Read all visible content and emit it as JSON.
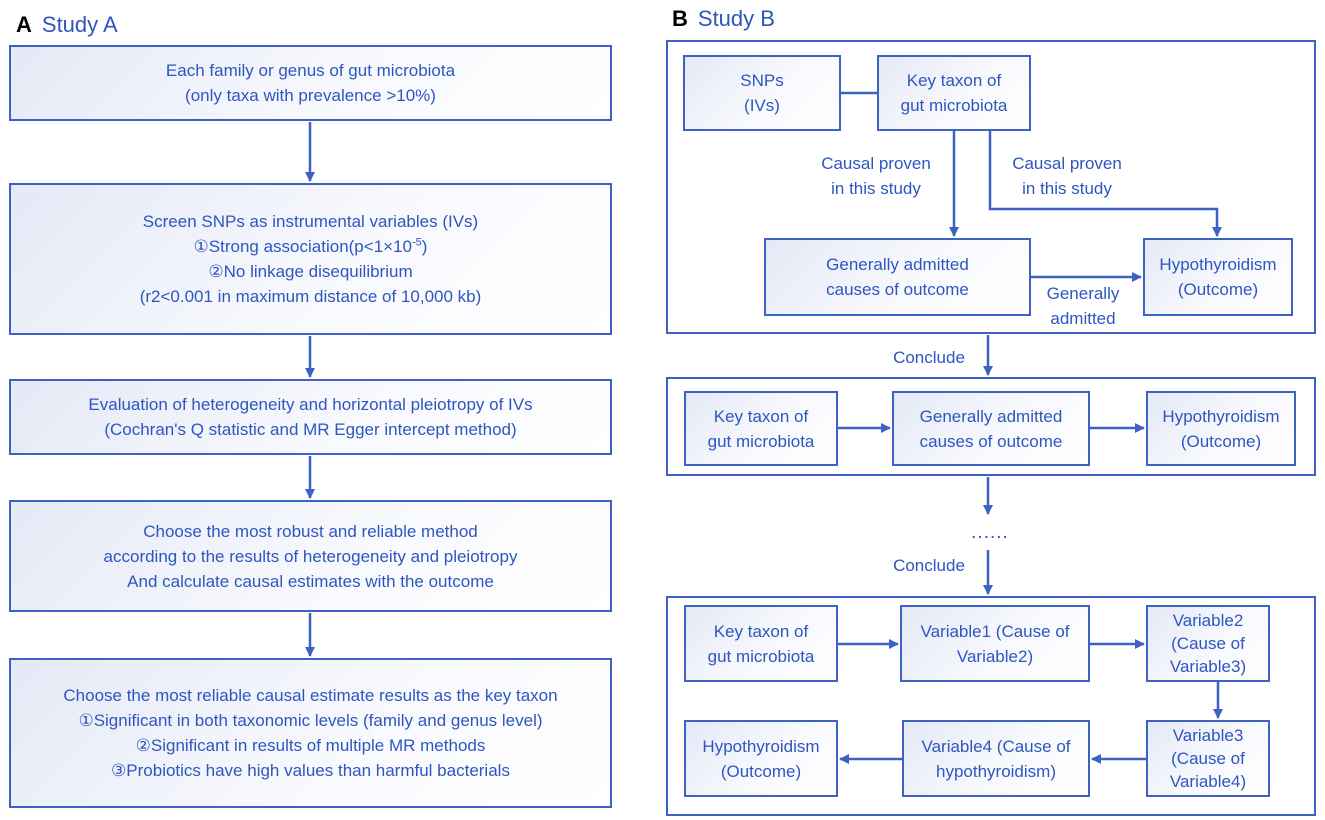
{
  "colors": {
    "accent": "#3d62c4",
    "text": "#2e56c0"
  },
  "studyA": {
    "letter": "A",
    "title": "Study A",
    "steps": [
      {
        "lines": [
          "Each family or genus of gut microbiota",
          "(only taxa with prevalence >10%)"
        ]
      },
      {
        "lines": [
          "Screen SNPs as instrumental variables (IVs)",
          "①Strong association(p<1×10",
          "②No linkage disequilibrium",
          "(r2<0.001 in maximum distance of 10,000 kb)"
        ],
        "superscript": "-5",
        "superscript_close": ")"
      },
      {
        "lines": [
          "Evaluation of heterogeneity and horizontal pleiotropy of IVs",
          "(Cochran's Q statistic and MR Egger intercept method)"
        ]
      },
      {
        "lines": [
          "Choose the most robust and reliable method",
          "according to the results of heterogeneity and pleiotropy",
          "And calculate causal estimates with the outcome"
        ]
      },
      {
        "lines": [
          "Choose the most reliable causal estimate results as the key taxon",
          "①Significant in both taxonomic levels (family and genus level)",
          "②Significant in results of multiple MR methods",
          "③Probiotics have high values than harmful bacterials"
        ]
      }
    ]
  },
  "studyB": {
    "letter": "B",
    "title": "Study B",
    "top": {
      "snps": [
        "SNPs",
        "(IVs)"
      ],
      "key_taxon": [
        "Key taxon of",
        "gut microbiota"
      ],
      "causal_left": [
        "Causal proven",
        "in this study"
      ],
      "causal_right": [
        "Causal proven",
        "in this study"
      ],
      "admitted_causes": [
        "Generally admitted",
        "causes of outcome"
      ],
      "generally_admitted": [
        "Generally",
        "admitted"
      ],
      "hypothyroidism": [
        "Hypothyroidism",
        "(Outcome)"
      ]
    },
    "conclude1": "Conclude",
    "middle": {
      "key_taxon": [
        "Key taxon of",
        "gut microbiota"
      ],
      "admitted_causes": [
        "Generally admitted",
        "causes of outcome"
      ],
      "hypothyroidism": [
        "Hypothyroidism",
        "(Outcome)"
      ]
    },
    "ellipsis": "......",
    "conclude2": "Conclude",
    "bottom": {
      "key_taxon": [
        "Key taxon of",
        "gut microbiota"
      ],
      "variable1": [
        "Variable1 (Cause of",
        "Variable2)"
      ],
      "variable2": [
        "Variable2",
        "(Cause of",
        "Variable3)"
      ],
      "variable3": [
        "Variable3",
        "(Cause of",
        "Variable4)"
      ],
      "variable4": [
        "Variable4 (Cause of",
        "hypothyroidism)"
      ],
      "hypothyroidism": [
        "Hypothyroidism",
        "(Outcome)"
      ]
    }
  }
}
